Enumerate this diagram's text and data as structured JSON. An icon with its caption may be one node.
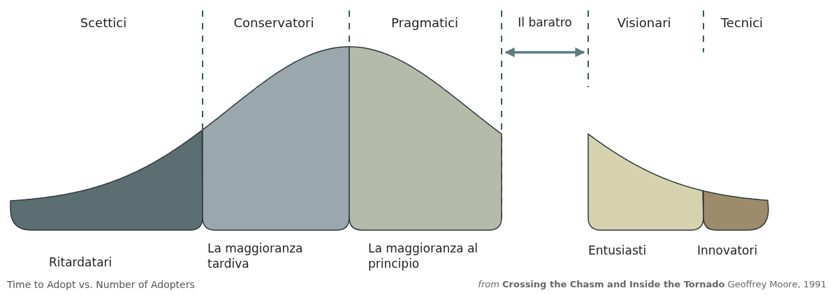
{
  "diagram": {
    "nodes": [
      {
        "text": [
          "Ritardatari"
        ]
      },
      {
        "text": [
          "La maggioranza tardiva"
        ]
      },
      {
        "text": [
          "La maggioranza al principio"
        ]
      },
      {
        "text": [
          "Entusiasti"
        ]
      },
      {
        "text": [
          "Innovatori"
        ]
      }
    ],
    "labels": [
      "Scettici",
      "Conservatori",
      "Pragmatici",
      "Il baratro",
      "Visionari",
      "Tecnici",
      "Time to Adopt vs. Number of Adopters",
      "*from* **Crossing the Chasm and Inside the Tornado** Geoffrey Moore, 1991"
    ]
  }
}
